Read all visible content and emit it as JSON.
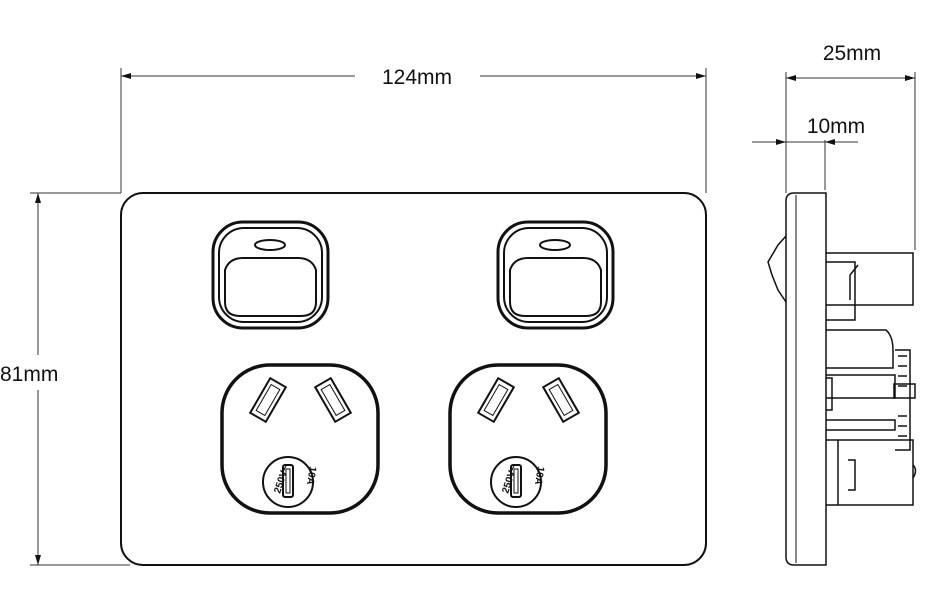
{
  "dimensions": {
    "width": "124mm",
    "height": "81mm",
    "depth": "25mm",
    "plate_thickness": "10mm"
  },
  "sockets": [
    {
      "rating_voltage": "250V~",
      "rating_current": "10A"
    },
    {
      "rating_voltage": "250V~",
      "rating_current": "10A"
    }
  ]
}
